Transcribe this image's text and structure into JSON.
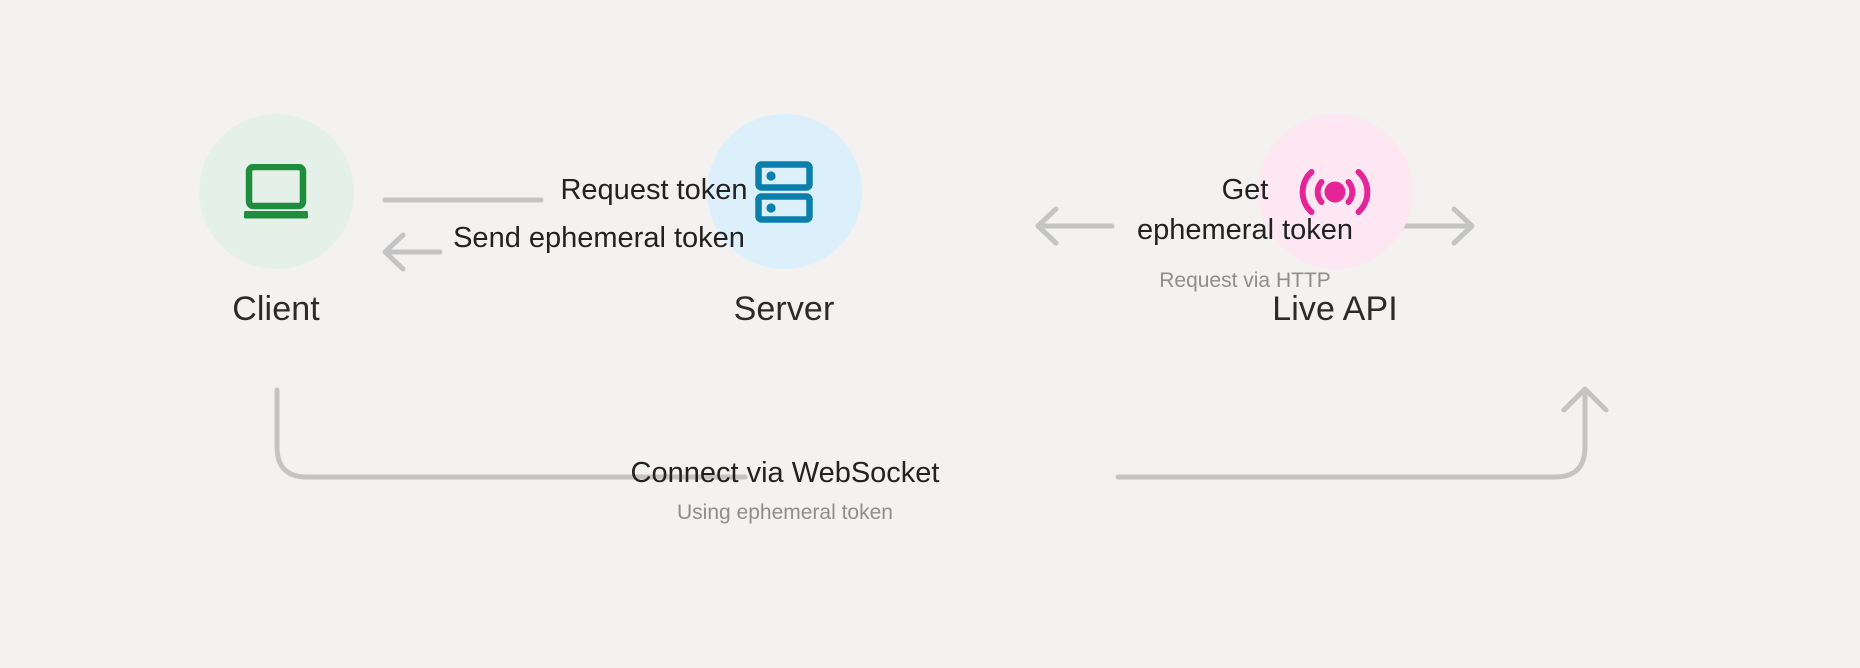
{
  "diagram": {
    "title": "Ephemeral token flow between Client, Server and Live API",
    "background_color": "#f3f2f0",
    "nodes": [
      {
        "id": "client",
        "label": "Client",
        "icon": "laptop-icon",
        "icon_color": "#1e8e3e",
        "circle_color": "#e5f1e8"
      },
      {
        "id": "server",
        "label": "Server",
        "icon": "server-rack-icon",
        "icon_color": "#0b7fab",
        "circle_color": "#dcf0fc"
      },
      {
        "id": "liveapi",
        "label": "Live API",
        "icon": "broadcast-signal-icon",
        "icon_color": "#e52597",
        "circle_color": "#fde7f3"
      }
    ],
    "connectors": [
      {
        "id": "request-token",
        "label": "Request token",
        "sublabel": "",
        "from": "client",
        "to": "server",
        "direction": "right",
        "arrow": "arrow-right-icon"
      },
      {
        "id": "send-ephemeral-token",
        "label": "Send ephemeral token",
        "sublabel": "",
        "from": "server",
        "to": "client",
        "direction": "left",
        "arrow": "arrow-left-icon"
      },
      {
        "id": "get-ephemeral-token",
        "label": "Get\nephemeral token",
        "label_line_1": "Get",
        "label_line_2": "ephemeral token",
        "sublabel": "Request via HTTP",
        "from": "server",
        "to": "liveapi",
        "direction": "bidirectional",
        "arrow_left": "arrow-left-icon",
        "arrow_right": "arrow-right-icon"
      },
      {
        "id": "connect-websocket",
        "label": "Connect via WebSocket",
        "sublabel": "Using ephemeral token",
        "from": "client",
        "to": "liveapi",
        "direction": "right",
        "arrow": "arrow-up-icon"
      }
    ],
    "colors": {
      "line": "#c4c4c4",
      "text_primary": "#222222",
      "text_secondary": "#8e8e8e",
      "green": "#1e8e3e",
      "blue": "#0b7fab",
      "pink": "#e52597"
    }
  }
}
